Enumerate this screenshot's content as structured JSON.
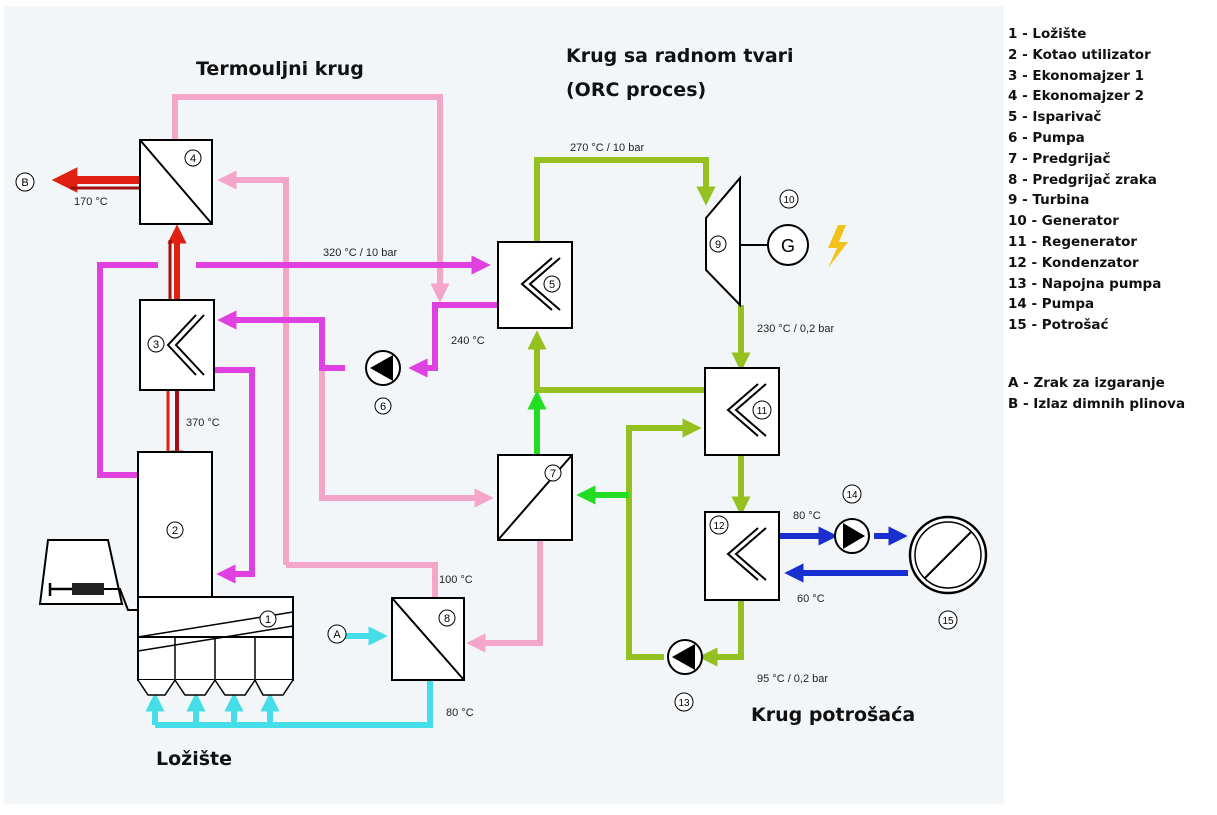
{
  "titles": {
    "thermal_oil": "Termouljni krug",
    "orc_line1": "Krug sa radnom tvari",
    "orc_line2": "(ORC proces)",
    "consumer": "Krug potrošaća",
    "furnace": "Ložište"
  },
  "labels": {
    "t_270": "270 °C / 10  bar",
    "t_320": "320 °C / 10  bar",
    "t_240": "240 °C",
    "t_170": "170 °C",
    "t_370": "370 °C",
    "t_230": "230 °C / 0,2 bar",
    "t_80_top": "80 °C",
    "t_60": "60 °C",
    "t_95": "95 °C / 0,2 bar",
    "t_100": "100 °C",
    "t_80_bottom": "80 °C",
    "generator": "G"
  },
  "markers": {
    "m1": "1",
    "m2": "2",
    "m3": "3",
    "m4": "4",
    "m5": "5",
    "m6": "6",
    "m7": "7",
    "m8": "8",
    "m9": "9",
    "m10": "10",
    "m11": "11",
    "m12": "12",
    "m13": "13",
    "m14": "14",
    "m15": "15",
    "mA": "A",
    "mB": "B"
  },
  "legend": {
    "items": [
      "1 - Ložište",
      "2 - Kotao utilizator",
      "3 - Ekonomajzer 1",
      "4 - Ekonomajzer 2",
      "5 - Isparivač",
      "6 - Pumpa",
      "7 - Predgrijač",
      "8 - Predgrijač zraka",
      "9 - Turbina",
      "10 - Generator",
      "11 - Regenerator",
      "12 - Kondenzator",
      "13 - Napojna pumpa",
      "14 - Pumpa",
      "15 - Potrošać"
    ],
    "extra": [
      "A - Zrak za izgaranje",
      "B - Izlaz dimnih plinova"
    ]
  },
  "colors": {
    "magenta": "#e040e0",
    "pink": "#f4a6c8",
    "green": "#94c11f",
    "bright_green": "#22dd22",
    "cyan": "#44dde8",
    "blue": "#1a2fd0",
    "red": "#e02010",
    "dark_red": "#a01010"
  }
}
